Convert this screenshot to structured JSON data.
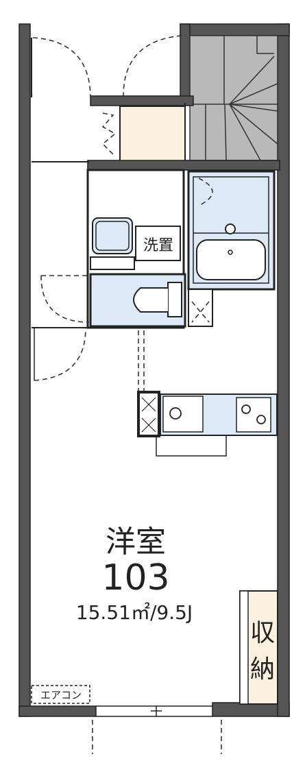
{
  "room": {
    "name": "洋室",
    "number": "103",
    "area": "15.51㎡/9.5J"
  },
  "labels": {
    "washer": "洗置",
    "storage_line1": "収",
    "storage_line2": "納",
    "aircon": "エアコン"
  },
  "colors": {
    "wall": "#555555",
    "wet_area": "#dde9f7",
    "storage": "#fbf1de",
    "entry": "#fbf1de",
    "stairs": "#b9b9b9"
  }
}
